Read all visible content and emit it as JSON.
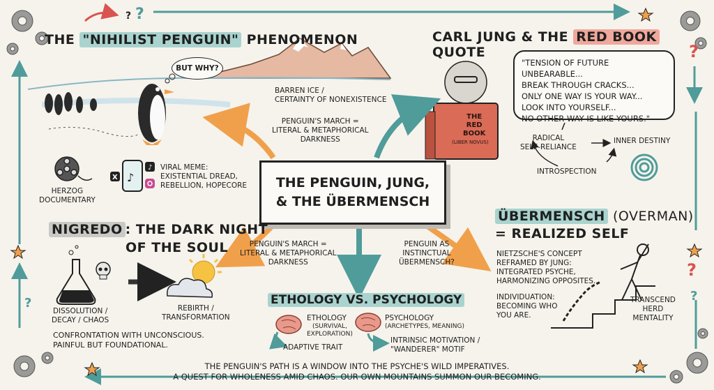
{
  "center": {
    "line1": "THE PENGUIN, JUNG,",
    "line2": "& THE ÜBERMENSCH"
  },
  "nihilist": {
    "title_pre": "THE",
    "title_hl": "\"NIHILIST PENGUIN\"",
    "title_post": "PHENOMENON",
    "bubble": "BUT WHY?",
    "barren": "BARREN ICE /\nCERTAINTY OF NONEXISTENCE",
    "march_top": "PENGUIN'S MARCH =\nLITERAL & METAPHORICAL\nDARKNESS",
    "herzog": "HERZOG\nDOCUMENTARY",
    "meme": "VIRAL MEME:\nEXISTENTIAL DREAD,\nREBELLION, HOPECORE"
  },
  "jung": {
    "title_pre": "CARL JUNG & THE",
    "title_hl": "RED BOOK",
    "title_post": "QUOTE",
    "quote": "\"TENSION OF FUTURE UNBEARABLE...\nBREAK THROUGH CRACKS...\nONLY ONE WAY IS YOUR WAY...\nLOOK INTO YOURSELF...\nNO OTHER WAY IS LIKE YOURS.\"",
    "book": "THE\nRED\nBOOK",
    "book_sub": "(LIBER NOVUS)",
    "radical": "RADICAL\nSELF-RELIANCE",
    "inner": "INNER DESTINY",
    "introspection": "INTROSPECTION"
  },
  "nigredo": {
    "title_hl": "NIGREDO",
    "title_rest": ": THE DARK NIGHT",
    "title_line2": "OF THE SOUL",
    "dissolution": "DISSOLUTION /\nDECAY / CHAOS",
    "rebirth": "REBIRTH /\nTRANSFORMATION",
    "confrontation": "CONFRONTATION WITH UNCONSCIOUS.\nPAINFUL BUT FOUNDATIONAL."
  },
  "march_left": "PENGUIN'S MARCH =\nLITERAL & METAPHORICAL\nDARKNESS",
  "instinctual": "PENGUIN AS\nINSTINCTUAL\nÜBERMENSCH?",
  "ethology": {
    "title": "ETHOLOGY VS. PSYCHOLOGY",
    "eth_head": "ETHOLOGY",
    "eth_sub": "(SURVIVAL,\nEXPLORATION)",
    "adaptive": "ADAPTIVE TRAIT",
    "psy_head": "PSYCHOLOGY",
    "psy_sub": "(ARCHETYPES, MEANING)",
    "intrinsic": "INTRINSIC MOTIVATION /\n\"WANDERER\" MOTIF"
  },
  "uber": {
    "title_hl": "ÜBERMENSCH",
    "title_rest": "(OVERMAN)",
    "title_line2": "= REALIZED SELF",
    "concept": "NIETZSCHE'S CONCEPT\nREFRAMED BY JUNG:\nINTEGRATED PSYCHE,\nHARMONIZING OPPOSITES.",
    "individuation": "INDIVIDUATION:\nBECOMING WHO\nYOU ARE.",
    "transcend": "TRANSCEND\nHERD\nMENTALITY"
  },
  "footer": {
    "line1": "THE PENGUIN'S PATH IS A WINDOW INTO THE PSYCHE'S WILD IMPERATIVES.",
    "line2": "A QUEST FOR WHOLENESS AMID CHAOS. OUR OWN MOUNTAINS SUMMON OUR BECOMING."
  },
  "colors": {
    "teal": "#4f9c9a",
    "orange": "#f0a04b",
    "red": "#d9534f",
    "highlight_teal": "#a9d3cf",
    "highlight_red": "#f0a79c"
  }
}
